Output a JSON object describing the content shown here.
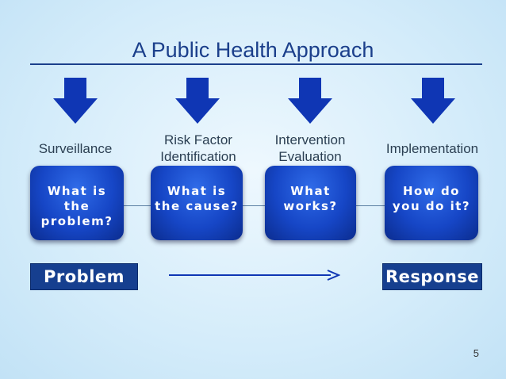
{
  "slide": {
    "title": "A Public Health Approach",
    "page_number": "5"
  },
  "steps": [
    {
      "label": "Surveillance",
      "box": "What is\nthe\nproblem?"
    },
    {
      "label": "Risk Factor\nIdentification",
      "box": "What is\nthe cause?"
    },
    {
      "label": "Intervention\nEvaluation",
      "box": "What\nworks?"
    },
    {
      "label": "Implementation",
      "box": "How do\nyou do it?"
    }
  ],
  "flow": {
    "start_label": "Problem",
    "end_label": "Response"
  },
  "colors": {
    "title": "#1b3f8b",
    "box_blue": "#1646c6",
    "tag_blue": "#163f8f",
    "arrow_blue": "#0f36b4",
    "background": "#d4ecfa"
  },
  "icons": {
    "step_arrow": "down-arrow-icon",
    "flow_arrow": "right-arrow-icon"
  }
}
